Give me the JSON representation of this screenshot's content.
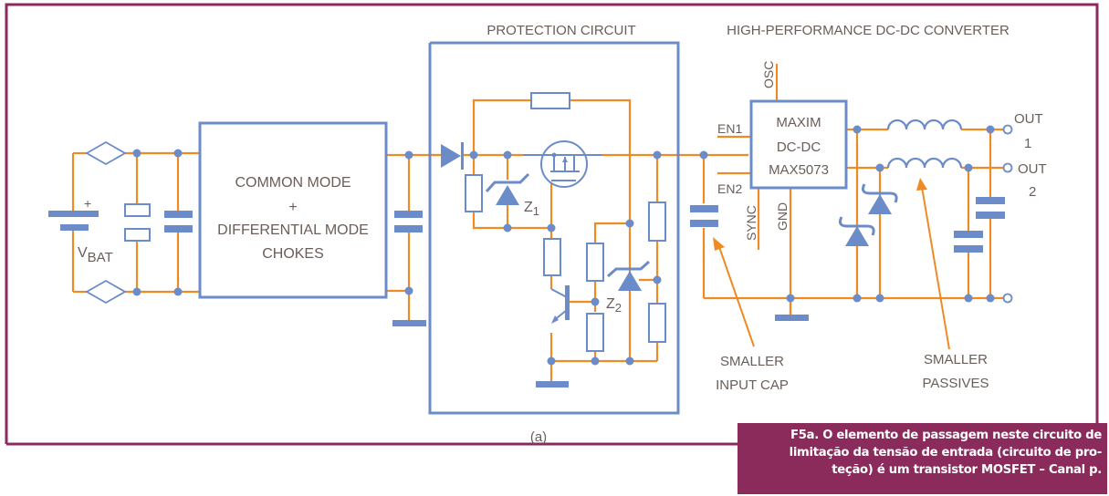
{
  "figure": {
    "sublabel": "(a)",
    "frame_color": "#8a2b5c",
    "wire_color": "#f08a24",
    "component_color": "#6b8cc9",
    "text_color": "#6b5d58"
  },
  "blocks": {
    "input": {
      "battery_label": "V",
      "battery_sub": "BAT",
      "battery_plus": "+",
      "chokes_block": [
        "COMMON MODE",
        "+",
        "DIFFERENTIAL MODE",
        "CHOKES"
      ]
    },
    "protection": {
      "title": "PROTECTION CIRCUIT",
      "z1_label": "Z",
      "z1_sub": "1",
      "z2_label": "Z",
      "z2_sub": "2"
    },
    "converter": {
      "title": "HIGH-PERFORMANCE DC-DC CONVERTER",
      "ic_lines": [
        "MAXIM",
        "DC-DC",
        "MAX5073"
      ],
      "pins": {
        "osc": "OSC",
        "en1": "EN1",
        "en2": "EN2",
        "sync": "SYNC",
        "gnd": "GND"
      },
      "outputs": [
        {
          "label": "OUT",
          "num": "1"
        },
        {
          "label": "OUT",
          "num": "2"
        }
      ]
    }
  },
  "annotations": {
    "input_cap": [
      "SMALLER",
      "INPUT CAP"
    ],
    "passives": [
      "SMALLER",
      "PASSIVES"
    ]
  },
  "caption": {
    "lines": [
      "F5a. O elemento de passagem neste circuito de",
      "limitação da tensão de entrada (circuito de pro-",
      "teção) é um transistor MOSFET – Canal p."
    ]
  }
}
